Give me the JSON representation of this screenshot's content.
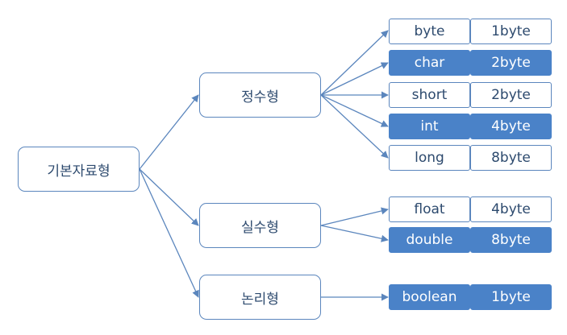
{
  "root": {
    "label": "기본자료형"
  },
  "categories": [
    {
      "label": "정수형",
      "types": [
        {
          "name": "byte",
          "size": "1byte",
          "highlighted": false
        },
        {
          "name": "char",
          "size": "2byte",
          "highlighted": true
        },
        {
          "name": "short",
          "size": "2byte",
          "highlighted": false
        },
        {
          "name": "int",
          "size": "4byte",
          "highlighted": true
        },
        {
          "name": "long",
          "size": "8byte",
          "highlighted": false
        }
      ]
    },
    {
      "label": "실수형",
      "types": [
        {
          "name": "float",
          "size": "4byte",
          "highlighted": false
        },
        {
          "name": "double",
          "size": "8byte",
          "highlighted": true
        }
      ]
    },
    {
      "label": "논리형",
      "types": [
        {
          "name": "boolean",
          "size": "1byte",
          "highlighted": true
        }
      ]
    }
  ],
  "colors": {
    "line": "#5b86bd",
    "fill": "#4a82c8",
    "text": "#2d4a6e"
  }
}
